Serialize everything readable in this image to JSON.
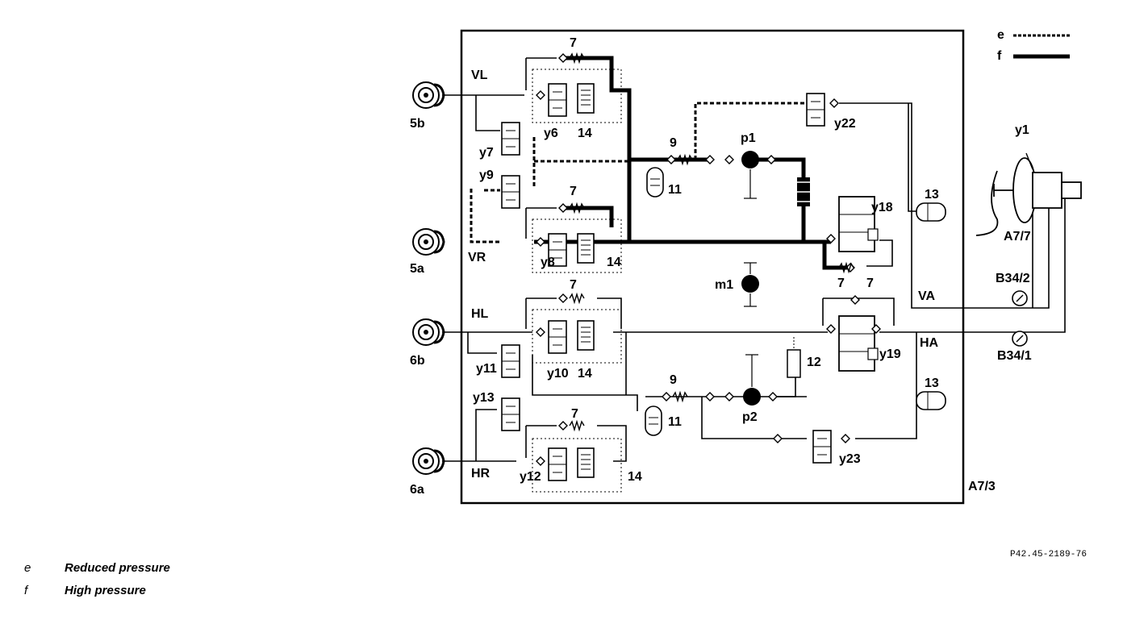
{
  "diagram": {
    "frame_label": "A7/3",
    "reference": "P42.45-2189-76",
    "legend_marks": [
      "e",
      "f"
    ],
    "wheels": [
      {
        "id": "5b",
        "circuit": "VL"
      },
      {
        "id": "5a",
        "circuit": "VR"
      },
      {
        "id": "6b",
        "circuit": "HL"
      },
      {
        "id": "6a",
        "circuit": "HR"
      }
    ],
    "labels": {
      "y1": "y1",
      "a77": "A7/7",
      "b342": "B34/2",
      "b341": "B34/1",
      "va": "VA",
      "ha": "HA",
      "p1": "p1",
      "p2": "p2",
      "m1": "m1",
      "y6": "y6",
      "y7": "y7",
      "y8": "y8",
      "y9": "y9",
      "y10": "y10",
      "y11": "y11",
      "y12": "y12",
      "y13": "y13",
      "y18": "y18",
      "y19": "y19",
      "y22": "y22",
      "y23": "y23",
      "n7": "7",
      "n9": "9",
      "n11": "11",
      "n12": "12",
      "n13": "13",
      "n14": "14"
    }
  },
  "legend": [
    {
      "key": "e",
      "text": "Reduced pressure"
    },
    {
      "key": "f",
      "text": "High pressure"
    }
  ]
}
